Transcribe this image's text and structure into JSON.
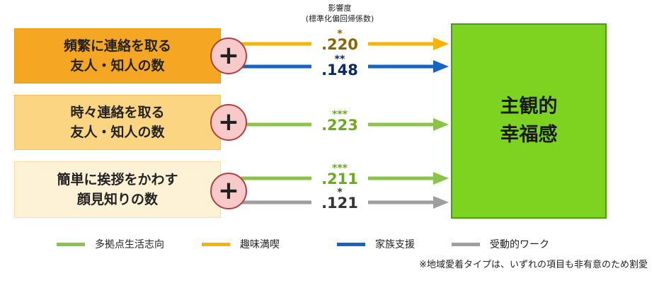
{
  "colors": {
    "green": "#8bc34a",
    "orange": "#f5b400",
    "blue": "#1565c0",
    "gray": "#9e9e9e",
    "coef_orange": "#8a6400",
    "coef_blue": "#0d2a66",
    "coef_green": "#6aaa1e",
    "coef_gray": "#333333"
  },
  "header": {
    "line1": "影響度",
    "line2": "(標準化偏回帰係数)"
  },
  "predictors": [
    {
      "line1": "頻繁に連絡を取る",
      "line2": "友人・知人の数"
    },
    {
      "line1": "時々連絡を取る",
      "line2": "友人・知人の数"
    },
    {
      "line1": "簡単に挨拶をかわす",
      "line2": "顔見知りの数"
    }
  ],
  "plus_symbol": "+",
  "outcome": {
    "line1": "主観的",
    "line2": "幸福感"
  },
  "paths": [
    {
      "coef": ".220",
      "stars": "*",
      "series": "趣味満喫"
    },
    {
      "coef": ".148",
      "stars": "**",
      "series": "家族支援"
    },
    {
      "coef": ".223",
      "stars": "***",
      "series": "多拠点生活志向"
    },
    {
      "coef": ".211",
      "stars": "***",
      "series": "多拠点生活志向"
    },
    {
      "coef": ".121",
      "stars": "*",
      "series": "受動的ワーク"
    }
  ],
  "legend": [
    {
      "label": "多拠点生活志向",
      "color": "#8bc34a"
    },
    {
      "label": "趣味満喫",
      "color": "#f5b400"
    },
    {
      "label": "家族支援",
      "color": "#1565c0"
    },
    {
      "label": "受動的ワーク",
      "color": "#9e9e9e"
    }
  ],
  "note": "※地域愛着タイプは、いずれの項目も非有意のため割愛"
}
